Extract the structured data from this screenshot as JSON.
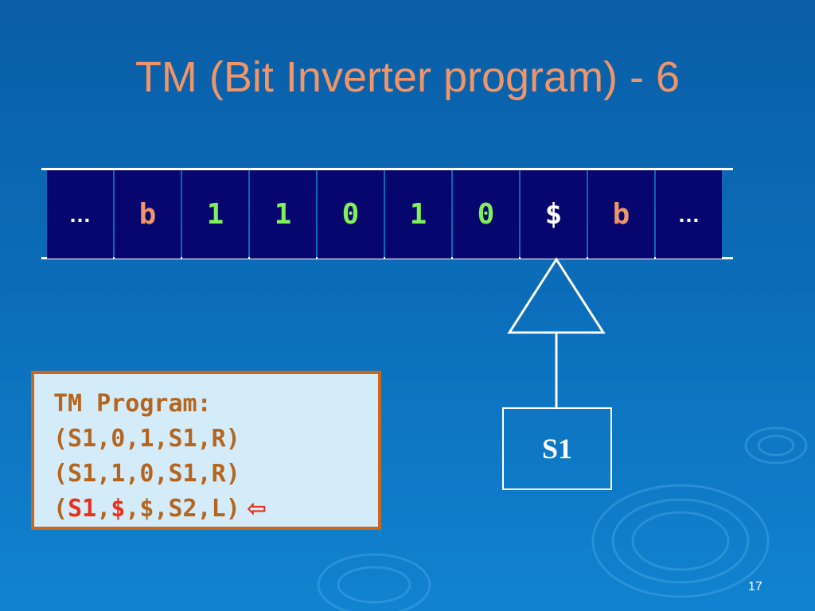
{
  "slide": {
    "title": "TM (Bit Inverter program) - 6",
    "page_number": "17"
  },
  "tape": {
    "cells": [
      {
        "symbol": "…",
        "color": "#ffffff"
      },
      {
        "symbol": "b",
        "color": "#f0956a"
      },
      {
        "symbol": "1",
        "color": "#7ff05a"
      },
      {
        "symbol": "1",
        "color": "#7ff05a"
      },
      {
        "symbol": "0",
        "color": "#7ff05a"
      },
      {
        "symbol": "1",
        "color": "#7ff05a"
      },
      {
        "symbol": "0",
        "color": "#7ff05a"
      },
      {
        "symbol": "$",
        "color": "#ffffff"
      },
      {
        "symbol": "b",
        "color": "#f0956a"
      },
      {
        "symbol": "…",
        "color": "#ffffff"
      }
    ]
  },
  "head": {
    "state": "S1"
  },
  "program": {
    "heading": "TM Program:",
    "rules": [
      "(S1,0,1,S1,R)",
      "(S1,1,0,S1,R)"
    ],
    "current_rule": {
      "open": "(",
      "state": "S1",
      "sep1": ",",
      "read": "$",
      "rest": ",$,S2,L)",
      "pointer": "⇦"
    }
  },
  "colors": {
    "title": "#f0956a",
    "tape_cell": "#06066e",
    "program_box": "#d4ecfa",
    "program_border": "#c8671e",
    "program_text": "#b5651d",
    "highlight": "#e8301a"
  }
}
